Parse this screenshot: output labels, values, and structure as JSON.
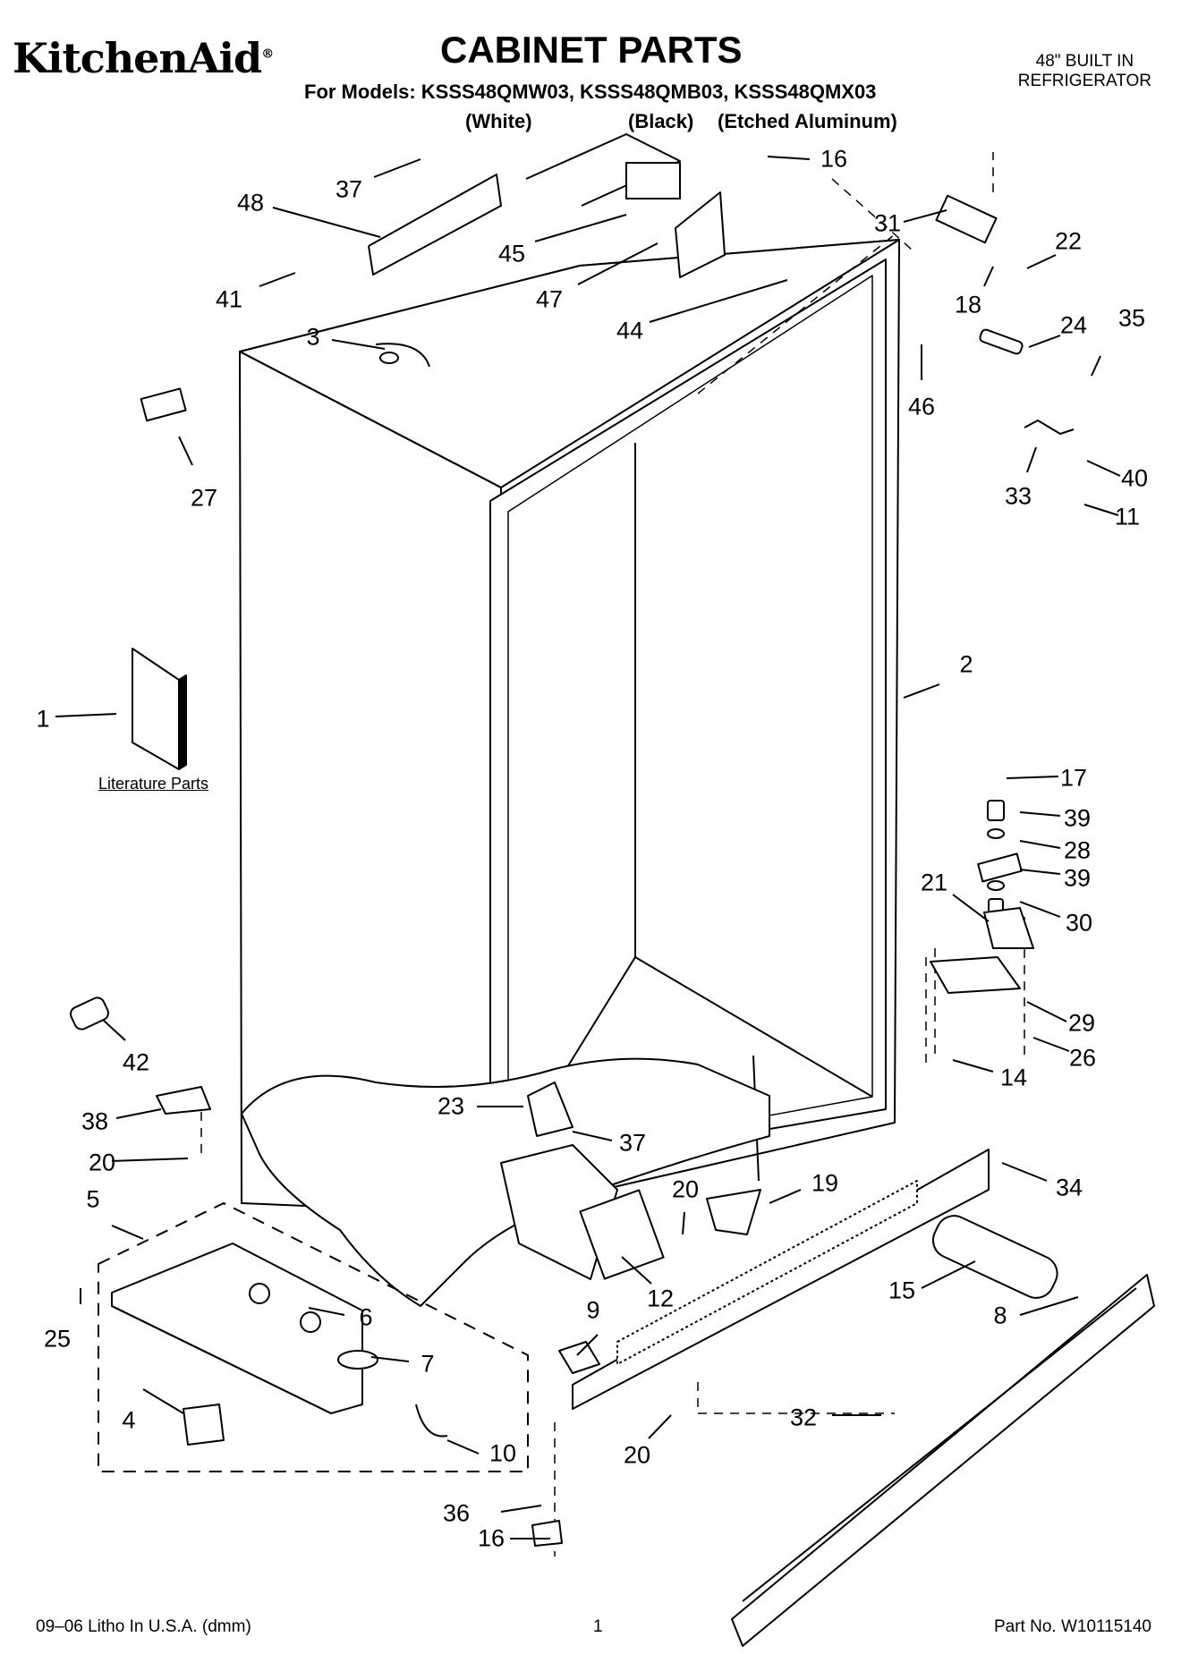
{
  "header": {
    "brand": "KitchenAid",
    "brand_mark": "®",
    "title": "CABINET PARTS",
    "models": "For Models: KSSS48QMW03, KSSS48QMB03, KSSS48QMX03",
    "variants": [
      "(White)",
      "(Black)",
      "(Etched Aluminum)"
    ],
    "appliance_line1": "48\" BUILT IN",
    "appliance_line2": "REFRIGERATOR"
  },
  "labels": {
    "literature": "Literature Parts"
  },
  "callouts": [
    "37",
    "48",
    "45",
    "16",
    "31",
    "22",
    "18",
    "47",
    "41",
    "44",
    "3",
    "46",
    "24",
    "35",
    "27",
    "33",
    "40",
    "11",
    "2",
    "1",
    "17",
    "39",
    "28",
    "39",
    "21",
    "30",
    "29",
    "42",
    "26",
    "14",
    "38",
    "23",
    "37",
    "20",
    "34",
    "19",
    "5",
    "20",
    "12",
    "15",
    "25",
    "6",
    "9",
    "8",
    "7",
    "4",
    "10",
    "32",
    "20",
    "36",
    "16"
  ],
  "footer": {
    "left": "09–06 Litho In U.S.A. (dmm)",
    "center": "1",
    "right": "Part No. W10115140"
  }
}
